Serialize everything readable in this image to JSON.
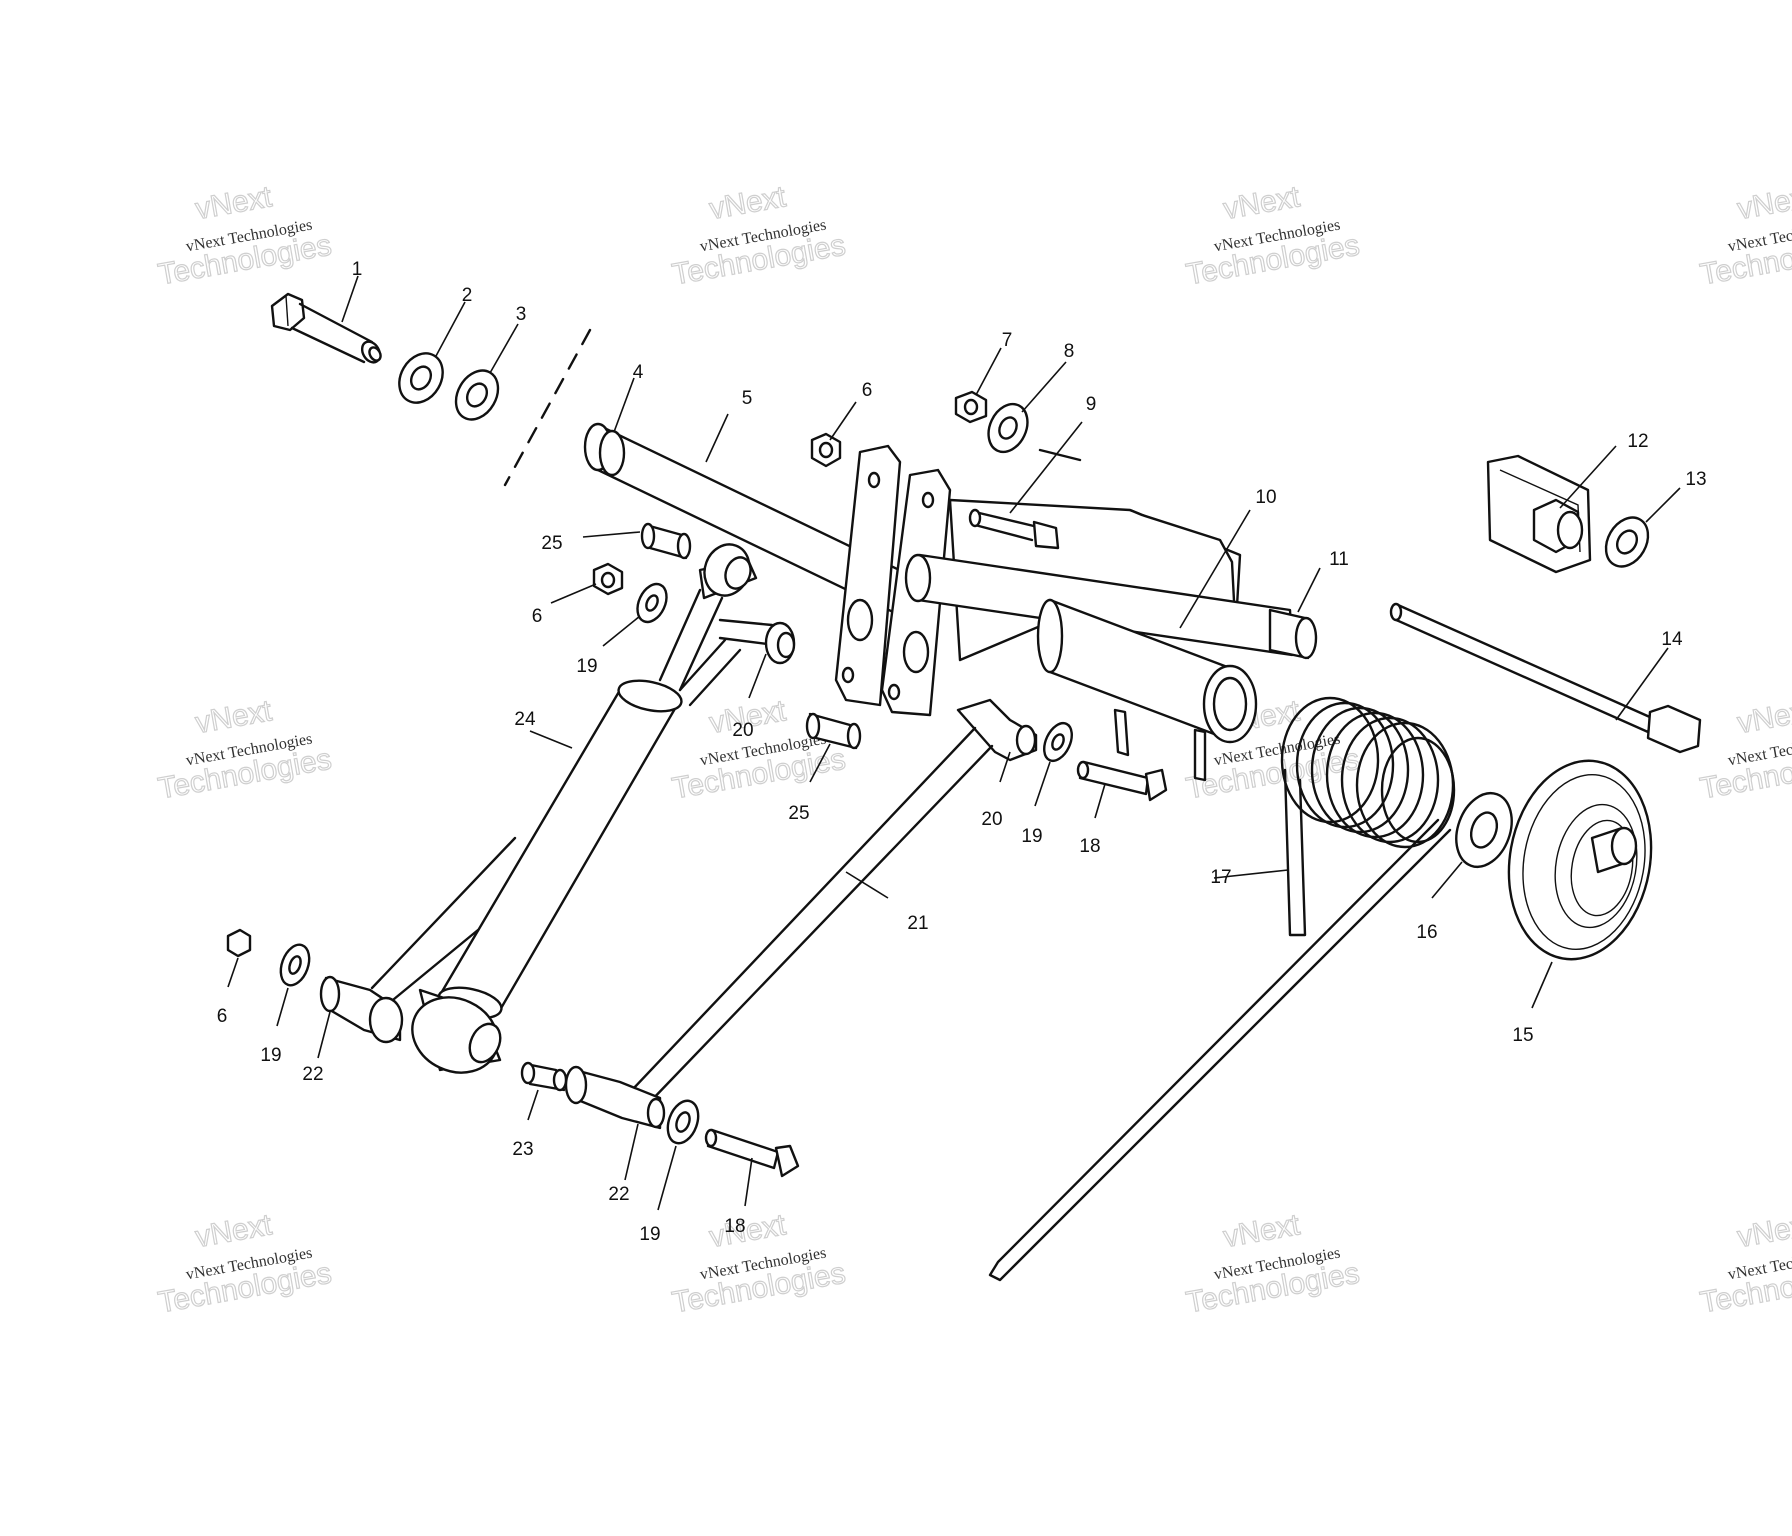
{
  "watermark": {
    "line1": "vNext",
    "line2": "vNext Technologies",
    "line3": "Technologies"
  },
  "callouts": [
    {
      "id": "c1",
      "text": "1"
    },
    {
      "id": "c2",
      "text": "2"
    },
    {
      "id": "c3",
      "text": "3"
    },
    {
      "id": "c4",
      "text": "4"
    },
    {
      "id": "c5",
      "text": "5"
    },
    {
      "id": "c6a",
      "text": "6"
    },
    {
      "id": "c7",
      "text": "7"
    },
    {
      "id": "c8",
      "text": "8"
    },
    {
      "id": "c9",
      "text": "9"
    },
    {
      "id": "c10",
      "text": "10"
    },
    {
      "id": "c11",
      "text": "11"
    },
    {
      "id": "c12",
      "text": "12"
    },
    {
      "id": "c13",
      "text": "13"
    },
    {
      "id": "c14",
      "text": "14"
    },
    {
      "id": "c25a",
      "text": "25"
    },
    {
      "id": "c6b",
      "text": "6"
    },
    {
      "id": "c19a",
      "text": "19"
    },
    {
      "id": "c20a",
      "text": "20"
    },
    {
      "id": "c24",
      "text": "24"
    },
    {
      "id": "c25b",
      "text": "25"
    },
    {
      "id": "c20b",
      "text": "20"
    },
    {
      "id": "c19b",
      "text": "19"
    },
    {
      "id": "c18a",
      "text": "18"
    },
    {
      "id": "c17",
      "text": "17"
    },
    {
      "id": "c16",
      "text": "16"
    },
    {
      "id": "c21",
      "text": "21"
    },
    {
      "id": "c15",
      "text": "15"
    },
    {
      "id": "c6c",
      "text": "6"
    },
    {
      "id": "c19c",
      "text": "19"
    },
    {
      "id": "c22a",
      "text": "22"
    },
    {
      "id": "c23",
      "text": "23"
    },
    {
      "id": "c22b",
      "text": "22"
    },
    {
      "id": "c19d",
      "text": "19"
    },
    {
      "id": "c18b",
      "text": "18"
    }
  ]
}
